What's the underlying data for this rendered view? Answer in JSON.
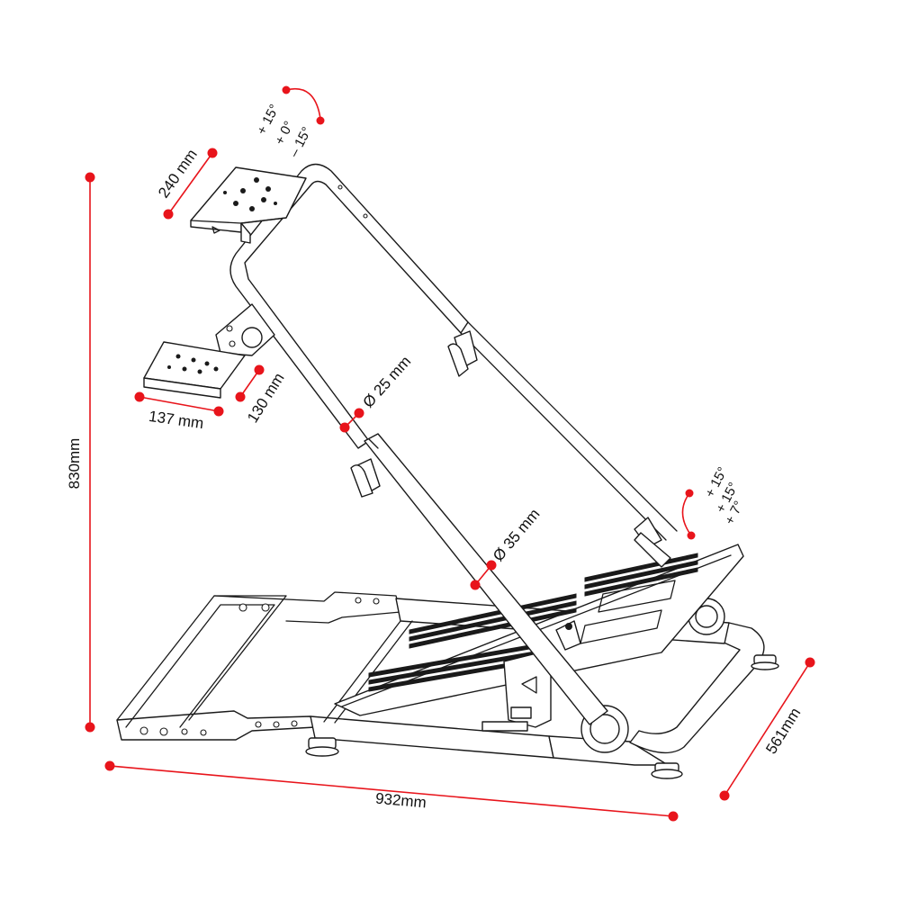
{
  "dimensions": {
    "height": "830mm",
    "width": "932mm",
    "depth": "561mm",
    "wheel_plate": "240 mm",
    "shifter_plate_width": "137 mm",
    "shifter_plate_depth": "130 mm",
    "upper_tube": "Ø 25 mm",
    "lower_tube": "Ø 35 mm"
  },
  "wheel_angles": [
    "+ 15°",
    "+ 0°",
    "– 15°"
  ],
  "pedal_angles": [
    "+ 15°",
    "+ 15°",
    "+ 7°"
  ],
  "colors": {
    "dimension": "#e8141b",
    "outline": "#1a1a1a"
  }
}
